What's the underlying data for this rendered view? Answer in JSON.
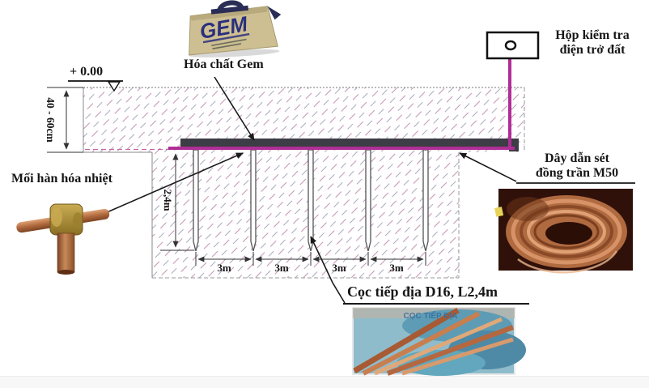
{
  "diagram": {
    "elevation_label": "+ 0.00",
    "depth_label": "40 - 60cm",
    "rod_length_label": "2,4m",
    "spacing_labels": [
      "3m",
      "3m",
      "3m",
      "3m"
    ],
    "gem_label": "Hóa chất Gem",
    "test_box_label": {
      "line1": "Hộp kiểm tra",
      "line2": "điện trở đất"
    },
    "weld_label": "Mối hàn hóa nhiệt",
    "conductor_label": {
      "line1": "Dây dẫn sét",
      "line2": "đồng trần M50"
    },
    "rod_label": "Cọc tiếp địa D16, L2,4m"
  },
  "images": {
    "gem_bag": {
      "brand": "GEM"
    },
    "rods_photo": {
      "overlay_text": "CỌC TIẾP ĐỊA"
    }
  },
  "colors": {
    "conductor_magenta": "#b02e96",
    "trench_bar_dark": "#3d3d46",
    "hatch_pink": "#c49ab5",
    "hatch_gray": "#a9a9bd",
    "copper": "#b5714f"
  }
}
